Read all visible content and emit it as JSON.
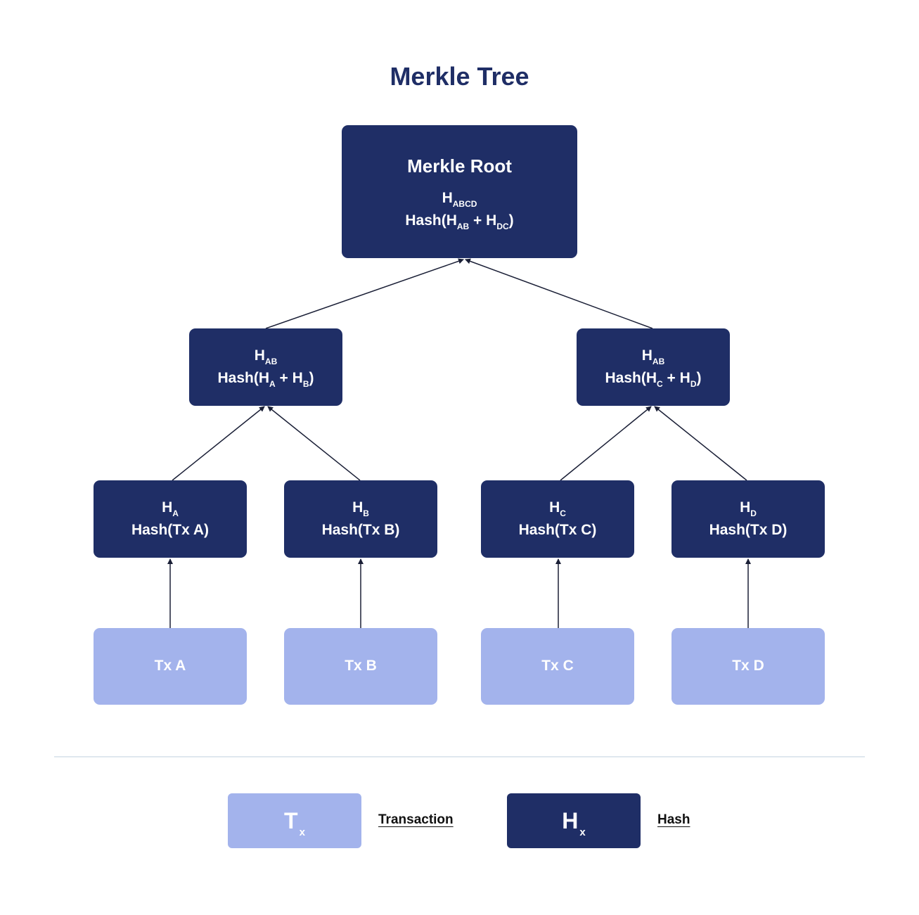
{
  "title": "Merkle Tree",
  "colors": {
    "hash_node": "#1f2e66",
    "tx_node": "#a3b3ec",
    "title": "#1f2e66",
    "edge": "#1a1f36"
  },
  "root": {
    "heading": "Merkle Root",
    "h": "H",
    "h_sub": "ABCD",
    "hash_a": "Hash(H",
    "hash_sub1": "AB",
    "hash_b": " + H",
    "hash_sub2": "DC",
    "hash_c": ")"
  },
  "level1": [
    {
      "h": "H",
      "h_sub": "AB",
      "hash_a": "Hash(H",
      "hash_sub1": "A",
      "hash_b": " + H",
      "hash_sub2": "B",
      "hash_c": ")"
    },
    {
      "h": "H",
      "h_sub": "AB",
      "hash_a": "Hash(H",
      "hash_sub1": "C",
      "hash_b": " + H",
      "hash_sub2": "D",
      "hash_c": ")"
    }
  ],
  "leaves": [
    {
      "h": "H",
      "h_sub": "A",
      "hash": "Hash(Tx A)"
    },
    {
      "h": "H",
      "h_sub": "B",
      "hash": "Hash(Tx B)"
    },
    {
      "h": "H",
      "h_sub": "C",
      "hash": "Hash(Tx C)"
    },
    {
      "h": "H",
      "h_sub": "D",
      "hash": "Hash(Tx D)"
    }
  ],
  "transactions": [
    "Tx A",
    "Tx B",
    "Tx C",
    "Tx D"
  ],
  "legend": {
    "tx": {
      "symbol": "T",
      "sub": "x",
      "label": "Transaction"
    },
    "hash": {
      "symbol": "H",
      "sub": "x",
      "label": "Hash"
    }
  }
}
